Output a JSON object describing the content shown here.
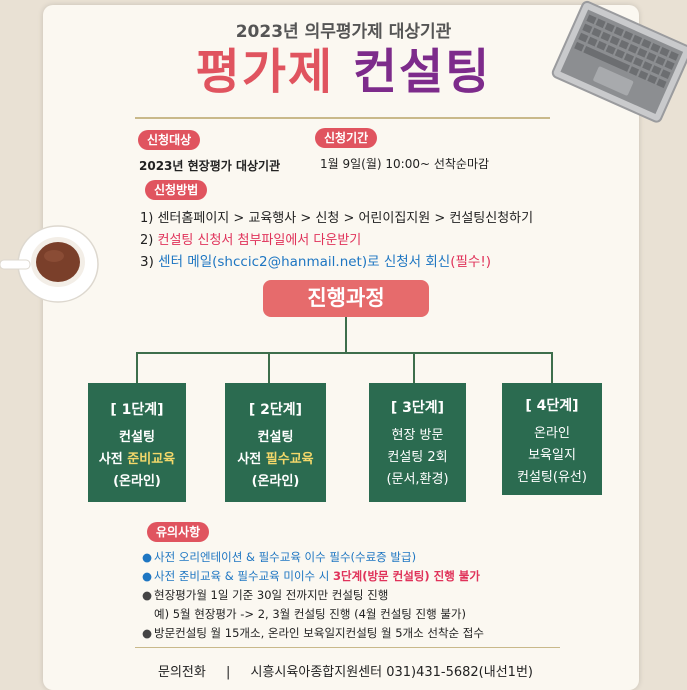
{
  "header": {
    "subtitle": "2023년 의무평가제 대상기관",
    "title_red": "평가제",
    "title_purple": "컨설팅"
  },
  "target": {
    "label": "신청대상",
    "value": "2023년 현장평가 대상기관"
  },
  "period": {
    "label": "신청기간",
    "value": "1월 9일(월) 10:00~  선착순마감"
  },
  "method": {
    "label": "신청방법",
    "step1": "1) 센터홈페이지 > 교육행사  > 신청 > 어린이집지원 > 컨설팅신청하기",
    "step2_num": "2) ",
    "step2_text": "컨설팅 신청서 첨부파일에서 다운받기",
    "step3_num": "3) ",
    "step3_text": "센터 메일(shccic2@hanmail.net)로 신청서 회신",
    "step3_required": "(필수!)"
  },
  "process": {
    "title": "진행과정",
    "steps": [
      {
        "header": "[ 1단계]",
        "line1": "컨설팅",
        "line2a": "사전 ",
        "line2b": "준비교육",
        "line3": "(온라인)"
      },
      {
        "header": "[ 2단계]",
        "line1": "컨설팅",
        "line2a": "사전  ",
        "line2b": "필수교육",
        "line3": "(온라인)"
      },
      {
        "header": "[ 3단계]",
        "line1": "현장 방문",
        "line2": "컨설팅 2회",
        "line3": "(문서,환경)"
      },
      {
        "header": "[ 4단계]",
        "line1": "온라인",
        "line2": "보육일지",
        "line3": "컨설팅(유선)"
      }
    ]
  },
  "notes": {
    "label": "유의사항",
    "items": [
      "사전 오리엔테이션 & 필수교육 이수 필수(수료증 발급)",
      "사전 준비교육 & 필수교육 미이수 시 ",
      "3단계(방문 컨설팅) 진행 불가",
      "현장평가월 1일 기준 30일 전까지만 컨설팅 진행",
      "예) 5월 현장평가 -> 2, 3월 컨설팅 진행 (4월 컨설팅 진행 불가)",
      "방문컨설팅 월 15개소, 온라인 보육일지컨설팅 월 5개소 선착순 접수"
    ],
    "bullet": "●"
  },
  "footer": {
    "label": "문의전화",
    "separator": "|",
    "contact": "시흥시육아종합지원센터 031)431-5682(내선1번)"
  },
  "colors": {
    "accent_red": "#e0545f",
    "accent_purple": "#7d2b8b",
    "step_green": "#2b6b50",
    "link_blue": "#1e76c2"
  },
  "icons": [
    "laptop-icon",
    "coffee-cup-icon"
  ]
}
